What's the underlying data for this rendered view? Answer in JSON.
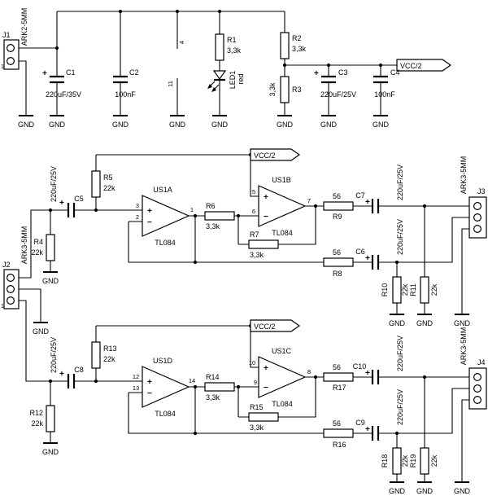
{
  "labels": {
    "gnd": "GND",
    "vcc_half": "VCC/2",
    "plus": "+",
    "minus": "−"
  },
  "power": {
    "j1": {
      "ref": "J1",
      "value": "ARK2-5MM",
      "pin1": "1"
    },
    "c1": {
      "ref": "C1",
      "value": "220uF/35V"
    },
    "c2": {
      "ref": "C2",
      "value": "100nF"
    },
    "c3": {
      "ref": "C3",
      "value": "220uF/25V"
    },
    "c4": {
      "ref": "C4",
      "value": "100nF"
    },
    "r1": {
      "ref": "R1",
      "value": "3,3k"
    },
    "r2": {
      "ref": "R2",
      "value": "3,3k"
    },
    "r3": {
      "ref": "R3",
      "value": "3,3k"
    },
    "led1": {
      "ref": "LED1",
      "value": "red"
    },
    "ic_power_pins": {
      "vplus": "4",
      "vminus": "11"
    }
  },
  "input": {
    "j2": {
      "ref": "J2",
      "value": "ARK3-5MM",
      "pin1": "1"
    }
  },
  "channel1": {
    "c5": {
      "ref": "C5",
      "value": "220uF/25V"
    },
    "r4": {
      "ref": "R4",
      "value": "22k"
    },
    "r5": {
      "ref": "R5",
      "value": "22k"
    },
    "us1a": {
      "ref": "US1A",
      "part": "TL084",
      "pin_in_p": "3",
      "pin_in_n": "2",
      "pin_out": "1"
    },
    "us1b": {
      "ref": "US1B",
      "part": "TL084",
      "pin_in_p": "5",
      "pin_in_n": "6",
      "pin_out": "7"
    },
    "r6": {
      "ref": "R6",
      "value": "3,3k"
    },
    "r7": {
      "ref": "R7",
      "value": "3,3k"
    },
    "r8": {
      "ref": "R8",
      "value": "56"
    },
    "r9": {
      "ref": "R9",
      "value": "56"
    },
    "c6": {
      "ref": "C6",
      "value": "220uF/25V"
    },
    "c7": {
      "ref": "C7",
      "value": "220uF/25V"
    },
    "r10": {
      "ref": "R10",
      "value": "22k"
    },
    "r11": {
      "ref": "R11",
      "value": "22k"
    },
    "j3": {
      "ref": "J3",
      "value": "ARK3-5MM"
    }
  },
  "channel2": {
    "c8": {
      "ref": "C8",
      "value": "220uF/25V"
    },
    "r12": {
      "ref": "R12",
      "value": "22k"
    },
    "r13": {
      "ref": "R13",
      "value": "22k"
    },
    "us1d": {
      "ref": "US1D",
      "part": "TL084",
      "pin_in_p": "12",
      "pin_in_n": "13",
      "pin_out": "14"
    },
    "us1c": {
      "ref": "US1C",
      "part": "TL084",
      "pin_in_p": "10",
      "pin_in_n": "9",
      "pin_out": "8"
    },
    "r14": {
      "ref": "R14",
      "value": "3,3k"
    },
    "r15": {
      "ref": "R15",
      "value": "3,3k"
    },
    "r16": {
      "ref": "R16",
      "value": "56"
    },
    "r17": {
      "ref": "R17",
      "value": "56"
    },
    "c9": {
      "ref": "C9",
      "value": "220uF/25V"
    },
    "c10": {
      "ref": "C10",
      "value": "220uF/25V"
    },
    "r18": {
      "ref": "R18",
      "value": "22k"
    },
    "r19": {
      "ref": "R19",
      "value": "22k"
    },
    "j4": {
      "ref": "J4",
      "value": "ARK3-5MM"
    }
  }
}
